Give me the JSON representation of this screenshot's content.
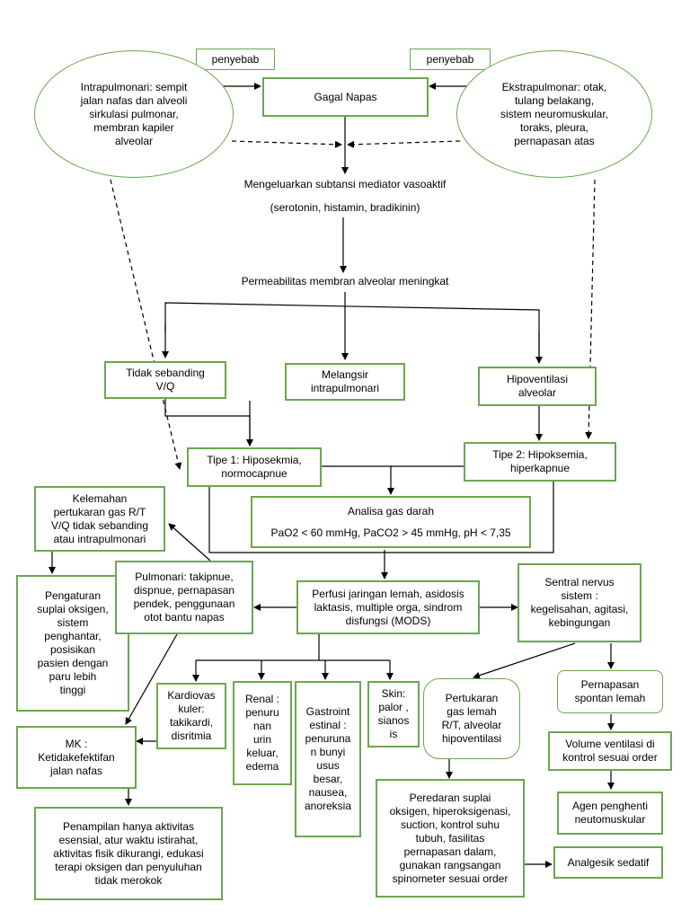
{
  "nodes": {
    "penyebab_left": "penyebab",
    "penyebab_right": "penyebab",
    "gagal_napas": "Gagal Napas",
    "intrapulmonari": "Intrapulmonari: sempit\njalan nafas dan alveoli\nsirkulasi pulmonar,\nmembran kapiler\nalveolar",
    "ekstrapulmonar": "Ekstrapulmonar: otak,\ntulang belakang,\nsistem neuromuskular,\ntoraks, pleura,\npernapasan atas",
    "mediator": "Mengeluarkan subtansi mediator vasoaktif",
    "mediator_examples": "(serotonin, histamin, bradikinin)",
    "permeabilitas": "Permeabilitas membran alveolar meningkat",
    "tidak_sebanding": "Tidak sebanding\nV/Q",
    "melangsir": "Melangsir\nintrapulmonari",
    "hipoventilasi": "Hipoventilasi\nalveolar",
    "tipe1": "Tipe 1: Hiposekmia,\nnormocapnue",
    "tipe2": "Tipe 2: Hipoksemia,\nhiperkapnue",
    "kelemahan": "Kelemahan\npertukaran gas R/T\nV/Q tidak sebanding\natau intrapulmonari",
    "analisa_title": "Analisa gas darah",
    "analisa_values": "PaO2 < 60 mmHg, PaCO2 > 45 mmHg, pH < 7,35",
    "pengaturan": "Pengaturan\nsuplai oksigen,\nsistem\npenghantar,\nposisikan\npasien dengan\nparu lebih\ntinggi",
    "pulmonari": "Pulmonari: takipnue,\ndispnue, pernapasan\npendek, penggunaan\notot bantu napas",
    "perfusi": "Perfusi jaringan lemah, asidosis\nlaktasis, multiple orga, sindrom\ndisfungsi  (MODS)",
    "sentral": "Sentral nervus\nsistem :\nkegelisahan, agitasi,\nkebingungan",
    "kardiovaskuler": "Kardiovas\nkuler:\ntakikardi,\ndisritmia",
    "renal": "Renal :\npenuru\nnan\nurin\nkeluar,\nedema",
    "gastrointestinal": "Gastroint\nestinal :\npenuruna\nn bunyi\nusus\nbesar,\nnausea,\nanoreksia",
    "skin": "Skin:\npalor ,\nsianos\nis",
    "pertukaran": "Pertukaran\ngas lemah\nR/T, alveolar\nhipoventilasi",
    "pernapasan_spontan": "Pernapasan\nspontan lemah",
    "mk": "MK :\nKetidakefektifan\njalan nafas",
    "volume": "Volume ventilasi di\nkontrol sesuai order",
    "agen": "Agen penghenti\nneutomuskular",
    "penampilan": "Penampilan hanya aktivitas\nesensial, atur waktu istirahat,\naktivitas fisik dikurangi, edukasi\nterapi oksigen dan penyuluhan\ntidak merokok",
    "peredaran": "Peredaran suplai\noksigen, hiperoksigenasi,\nsuction, kontrol suhu\ntubuh, fasilitas\npernapasan dalam,\ngunakan rangsangan\nspinometer sesuai order",
    "analgesik": "Analgesik sedatif"
  },
  "colors": {
    "border": "#6aa84f",
    "line": "#000000"
  }
}
